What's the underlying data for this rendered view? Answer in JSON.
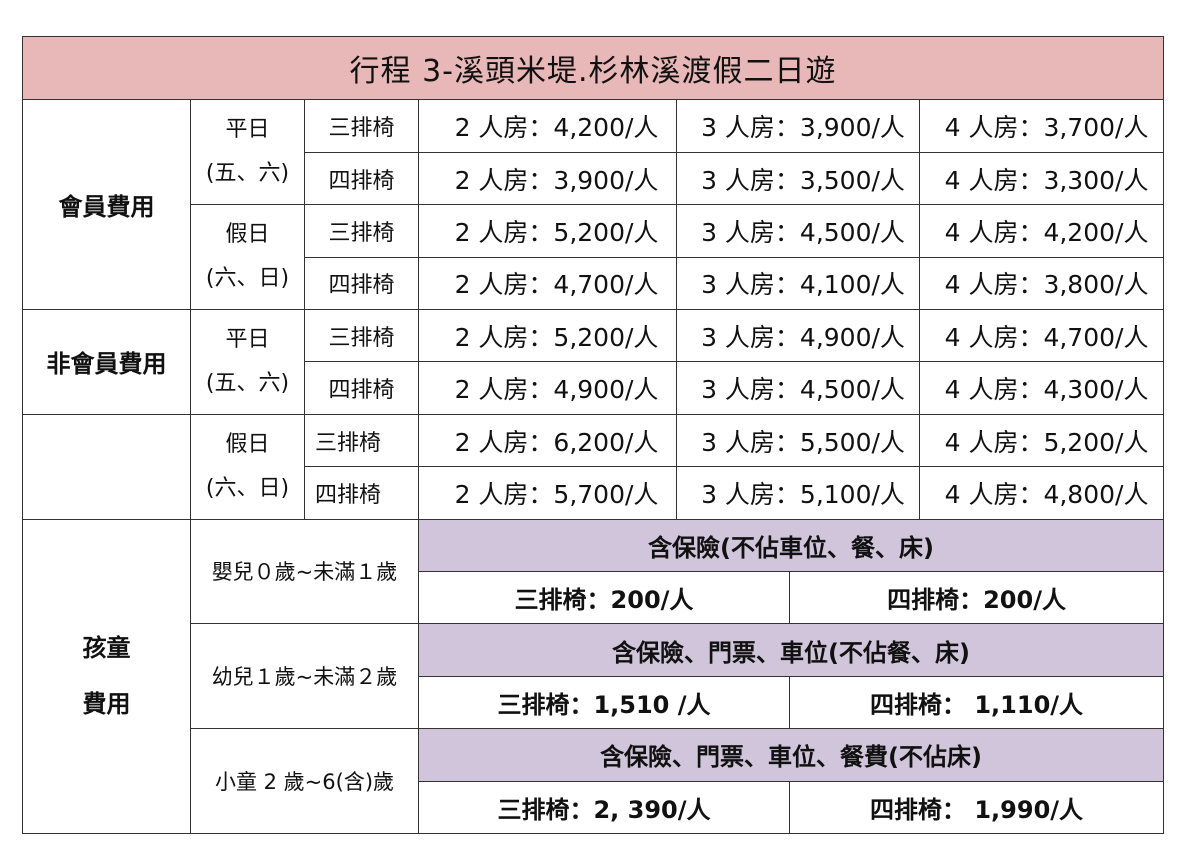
{
  "title": "行程 3-溪頭米堤.杉林溪渡假二日遊",
  "groups": {
    "member": "會員費用",
    "nonmember": "非會員費用",
    "child_line1": "孩童",
    "child_line2": "費用"
  },
  "periods": {
    "weekday_line1": "平日",
    "weekday_line2": "(五、六)",
    "holiday_line1": "假日",
    "holiday_line2": "(六、日)"
  },
  "rows": [
    {
      "seat": "三排椅",
      "p2": "2 人房：4,200/人",
      "p3": "3 人房：3,900/人",
      "p4": "4 人房：3,700/人"
    },
    {
      "seat": "四排椅",
      "p2": "2 人房：3,900/人",
      "p3": "3 人房：3,500/人",
      "p4": "4 人房：3,300/人"
    },
    {
      "seat": "三排椅",
      "p2": "2 人房：5,200/人",
      "p3": "3 人房：4,500/人",
      "p4": "4 人房：4,200/人"
    },
    {
      "seat": "四排椅",
      "p2": "2 人房：4,700/人",
      "p3": "3 人房：4,100/人",
      "p4": "4 人房：3,800/人"
    },
    {
      "seat": "三排椅",
      "p2": "2 人房：5,200/人",
      "p3": "3 人房：4,900/人",
      "p4": "4 人房：4,700/人"
    },
    {
      "seat": "四排椅",
      "p2": "2 人房：4,900/人",
      "p3": "3 人房：4,500/人",
      "p4": "4 人房：4,300/人"
    },
    {
      "seat": "三排椅",
      "p2": "2 人房：6,200/人",
      "p3": "3 人房：5,500/人",
      "p4": "4 人房：5,200/人"
    },
    {
      "seat": "四排椅",
      "p2": "2 人房：5,700/人",
      "p3": "3 人房：5,100/人",
      "p4": "4 人房：4,800/人"
    }
  ],
  "children": [
    {
      "age": "嬰兒０歲~未滿１歲",
      "includes": "含保險(不佔車位、餐、床)",
      "three": "三排椅：200/人",
      "four": "四排椅：200/人"
    },
    {
      "age": "幼兒１歲~未滿２歲",
      "includes": "含保險、門票、車位(不佔餐、床)",
      "three": "三排椅：1,510 /人",
      "four": "四排椅：  1,110/人"
    },
    {
      "age": "小童 2 歲~6(含)歲",
      "includes": "含保險、門票、車位、餐費(不佔床)",
      "three": "三排椅：2, 390/人",
      "four": "四排椅：  1,990/人"
    }
  ],
  "colors": {
    "title_bg": "#e8b7b7",
    "include_bg": "#d1c5dc",
    "border": "#333333"
  }
}
